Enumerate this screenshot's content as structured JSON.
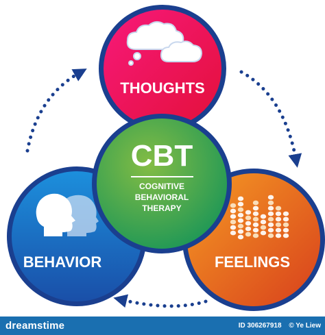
{
  "diagram": {
    "center": {
      "title": "CBT",
      "subtitle_lines": [
        "COGNITIVE",
        "BEHAVIORAL",
        "THERAPY"
      ]
    },
    "nodes": [
      {
        "id": "thoughts",
        "label": "THOUGHTS",
        "icon": "cloud-icon",
        "color_start": "#f7197a",
        "color_end": "#e3103a"
      },
      {
        "id": "behavior",
        "label": "BEHAVIOR",
        "icon": "head-profile-icon",
        "color_start": "#1c8fdc",
        "color_end": "#1a4fa8"
      },
      {
        "id": "feelings",
        "label": "FEELINGS",
        "icon": "dotted-bars-icon",
        "color_start": "#f07a1c",
        "color_end": "#d8401c"
      }
    ],
    "center_color_start": "#22b45a",
    "center_color_end": "#8cc63e",
    "ring_color": "#1a3f8f",
    "arrow_color": "#1a3f8f"
  },
  "watermark": {
    "brand": "dreamstime",
    "id_text": "ID 306267918",
    "author_text": "© Ye Liew"
  }
}
